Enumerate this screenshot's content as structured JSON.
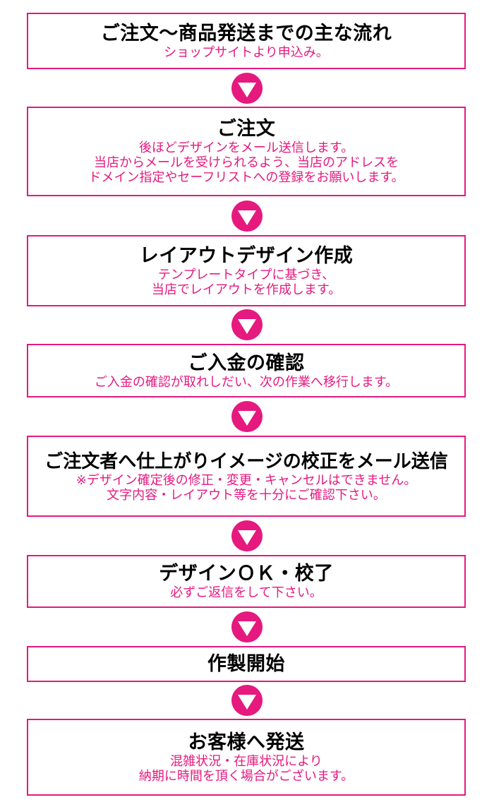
{
  "colors": {
    "accent": "#e5197e",
    "title": "#000000",
    "background": "#ffffff"
  },
  "flow": {
    "arrow_icon": "down-arrow-circle-icon",
    "steps": [
      {
        "title": "ご注文〜商品発送までの主な流れ",
        "lines": [
          "ショップサイトより申込み。"
        ]
      },
      {
        "title": "ご注文",
        "lines": [
          "後ほどデザインをメール送信します。",
          "当店からメールを受けられるよう、当店のアドレスを",
          "ドメイン指定やセーフリストへの登録をお願いします。"
        ]
      },
      {
        "title": "レイアウトデザイン作成",
        "lines": [
          "テンプレートタイプに基づき、",
          "当店でレイアウトを作成します。"
        ]
      },
      {
        "title": "ご入金の確認",
        "lines": [
          "ご入金の確認が取れしだい、次の作業へ移行します。"
        ]
      },
      {
        "title": "ご注文者へ仕上がりイメージの校正をメール送信",
        "lines": [
          "※デザイン確定後の修正・変更・キャンセルはできません。",
          "文字内容・レイアウト等を十分にご確認下さい。"
        ]
      },
      {
        "title": "デザインＯＫ・校了",
        "lines": [
          "必ずご返信をして下さい。"
        ]
      },
      {
        "title": "作製開始",
        "lines": []
      },
      {
        "title": "お客様へ発送",
        "lines": [
          "混雑状況・在庫状況により",
          "納期に時間を頂く場合がございます。"
        ]
      }
    ]
  }
}
